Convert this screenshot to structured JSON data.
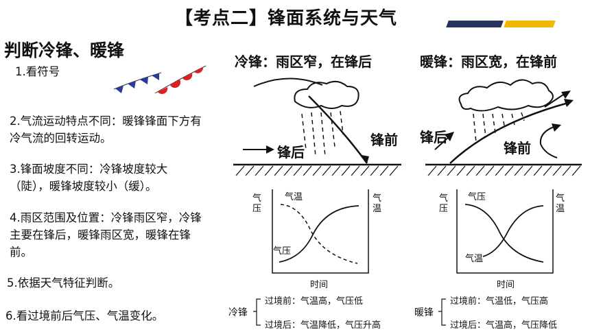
{
  "title": "【考点二】锋面系统与天气",
  "accent_colors": {
    "dark_bar": "#26335e",
    "yellow_bar": "#f2b705",
    "flag_blue": "#2a3b9b",
    "flag_red": "#e02020"
  },
  "left": {
    "heading": "判断冷锋、暖锋",
    "items": [
      "1.看符号",
      "2.气流运动特点不同：暖锋锋面下方有冷气流的回转运动。",
      "3.锋面坡度不同：冷锋坡度较大（陡），暖锋坡度较小（缓）。",
      "4.雨区范围及位置：冷锋雨区窄，冷锋主要在锋后，暖锋雨区宽，暖锋在锋前。",
      "5.依据天气特征判断。",
      "6.看过境前后气压、气温变化。"
    ]
  },
  "cold": {
    "caption": "冷锋：雨区窄，在锋后",
    "label_back": "锋后",
    "label_front": "锋前",
    "chart": {
      "y_left": "气\n压",
      "y_right": "气\n温",
      "line_label_temp": "气温",
      "line_label_pressure": "气压",
      "x_label": "时间"
    },
    "summary_name": "冷锋",
    "before": "过境前：气温高，气压低",
    "after": "过境后：气温降低，气压升高"
  },
  "warm": {
    "caption": "暖锋：雨区宽，在锋前",
    "label_back": "锋后",
    "label_front": "锋前",
    "chart": {
      "y_left": "气\n压",
      "y_right": "气\n温",
      "line_label_pressure": "气压",
      "line_label_temp": "气温",
      "x_label": "时间"
    },
    "summary_name": "暖锋",
    "before": "过境前：气温低，气压高",
    "after": "过境后：气温高，气压降低"
  }
}
